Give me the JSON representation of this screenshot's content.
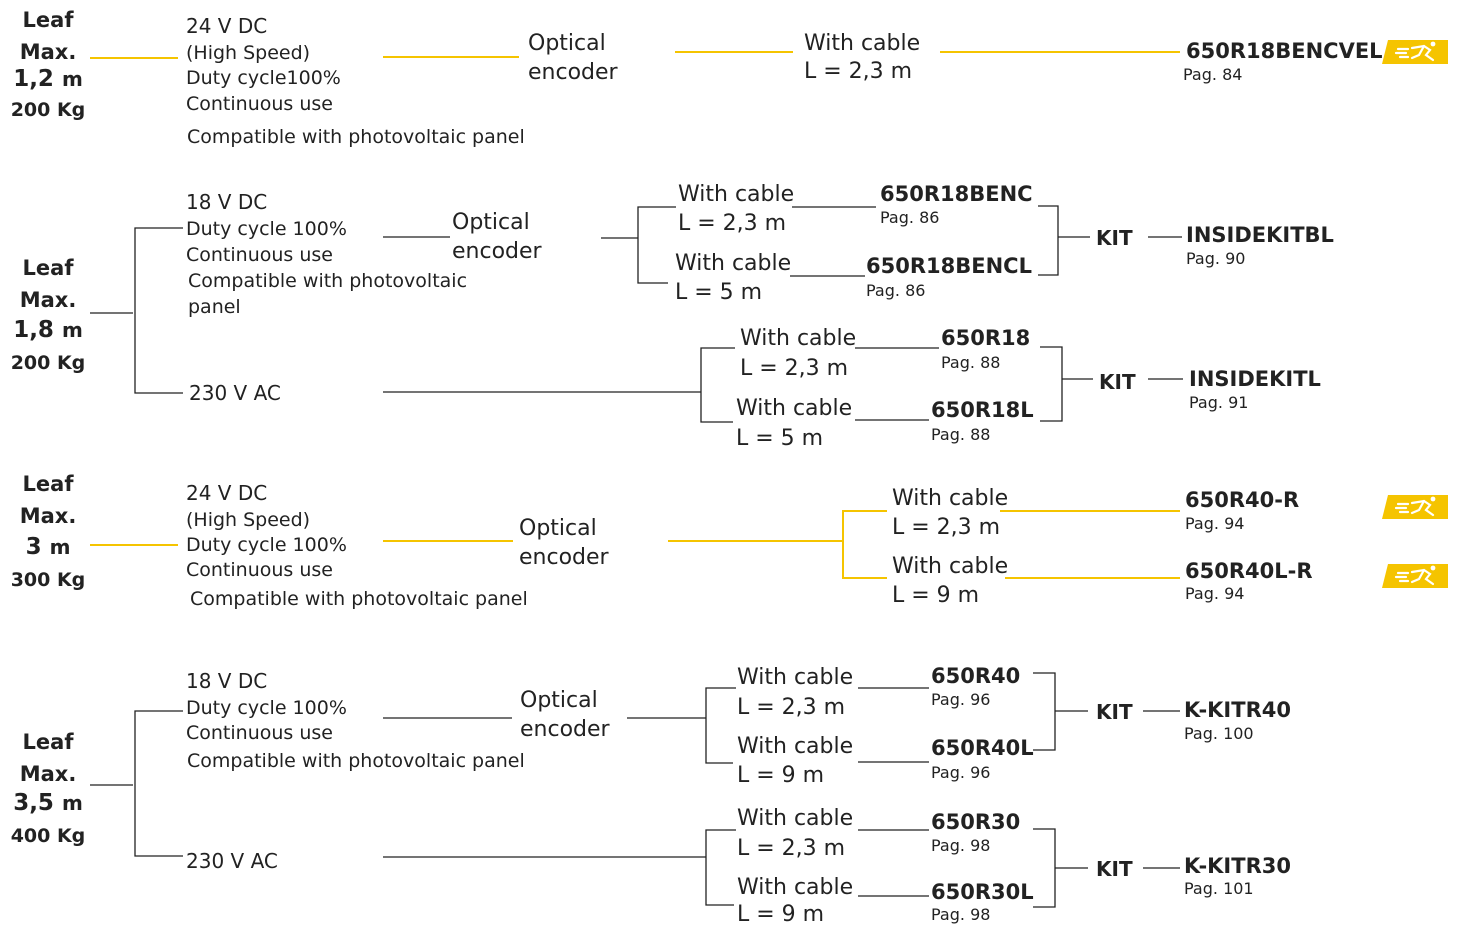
{
  "colors": {
    "accent": "#F5C400",
    "line": "#222222",
    "text": "#222222"
  },
  "icons": {
    "fast": "fast-running-man-icon"
  },
  "g1": {
    "leaf": "Leaf",
    "max": "Max.",
    "len_num": "1,2",
    "len_unit": "m",
    "weight": "200 Kg",
    "spec": [
      "24 V DC",
      "(High Speed)",
      "Duty cycle100%",
      "Continuous use"
    ],
    "compat": "Compatible with photovoltaic panel",
    "enc": [
      "Optical",
      "encoder"
    ],
    "cable": [
      "With cable",
      "L = 2,3 m"
    ],
    "code": "650R18BENCVEL",
    "pag": "Pag. 84"
  },
  "g2": {
    "leaf": "Leaf",
    "max": "Max.",
    "len_num": "1,8",
    "len_unit": "m",
    "weight": "200 Kg",
    "spec": [
      "18 V DC",
      "Duty cycle 100%",
      "Continuous use",
      "Compatible with photovoltaic",
      "panel"
    ],
    "enc": [
      "Optical",
      "encoder"
    ],
    "ac": "230 V AC",
    "c1": [
      "With cable",
      "L = 2,3 m"
    ],
    "p1": "650R18BENC",
    "pg1": "Pag. 86",
    "c2": [
      "With cable",
      "L = 5 m"
    ],
    "p2": "650R18BENCL",
    "pg2": "Pag. 86",
    "kit1": "KIT",
    "kitcode1": "INSIDEKITBL",
    "kitpag1": "Pag. 90",
    "c3": [
      "With cable",
      "L = 2,3 m"
    ],
    "p3": "650R18",
    "pg3": "Pag. 88",
    "c4": [
      "With cable",
      "L = 5 m"
    ],
    "p4": "650R18L",
    "pg4": "Pag. 88",
    "kit2": "KIT",
    "kitcode2": "INSIDEKITL",
    "kitpag2": "Pag. 91"
  },
  "g3": {
    "leaf": "Leaf",
    "max": "Max.",
    "len_num": "3",
    "len_unit": "m",
    "weight": "300 Kg",
    "spec": [
      "24 V DC",
      "(High Speed)",
      "Duty cycle 100%",
      "Continuous use"
    ],
    "compat": "Compatible with photovoltaic panel",
    "enc": [
      "Optical",
      "encoder"
    ],
    "c1": [
      "With cable",
      "L = 2,3 m"
    ],
    "p1": "650R40-R",
    "pg1": "Pag. 94",
    "c2": [
      "With cable",
      "L = 9 m"
    ],
    "p2": "650R40L-R",
    "pg2": "Pag. 94"
  },
  "g4": {
    "leaf": "Leaf",
    "max": "Max.",
    "len_num": "3,5",
    "len_unit": "m",
    "weight": "400 Kg",
    "spec": [
      "18 V DC",
      "Duty cycle 100%",
      "Continuous use",
      "Compatible with photovoltaic panel"
    ],
    "enc": [
      "Optical",
      "encoder"
    ],
    "ac": "230 V AC",
    "c1": [
      "With cable",
      "L = 2,3 m"
    ],
    "p1": "650R40",
    "pg1": "Pag. 96",
    "c2": [
      "With cable",
      "L = 9 m"
    ],
    "p2": "650R40L",
    "pg2": "Pag. 96",
    "kit1": "KIT",
    "kitcode1": "K-KITR40",
    "kitpag1": "Pag. 100",
    "c3": [
      "With cable",
      "L = 2,3 m"
    ],
    "p3": "650R30",
    "pg3": "Pag. 98",
    "c4": [
      "With cable",
      "L = 9 m"
    ],
    "p4": "650R30L",
    "pg4": "Pag. 98",
    "kit2": "KIT",
    "kitcode2": "K-KITR30",
    "kitpag2": "Pag. 101"
  }
}
